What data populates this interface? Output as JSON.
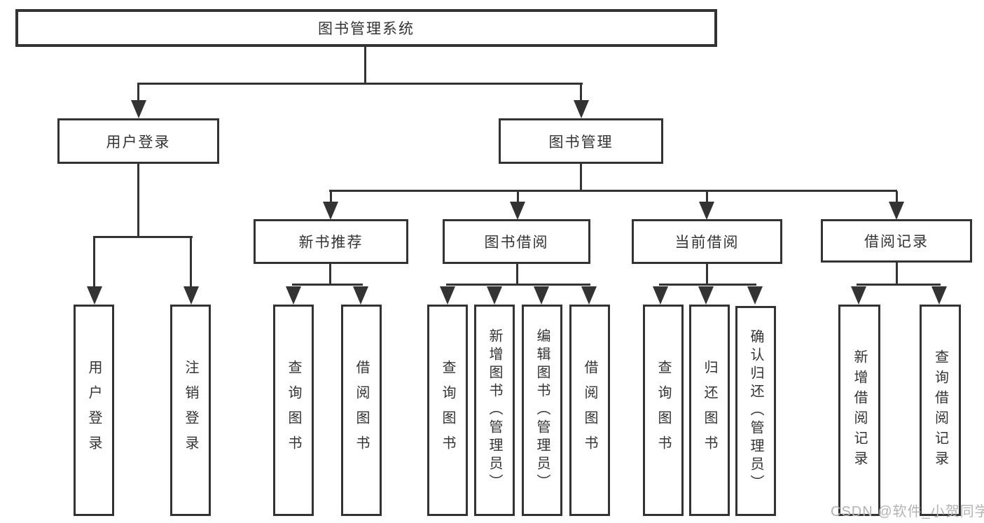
{
  "diagram": {
    "root_label": "图书管理系统",
    "nodes": {
      "user_login": {
        "label": "用户登录",
        "children": [
          "用户登录",
          "注销登录"
        ]
      },
      "book_mgmt": {
        "label": "图书管理"
      },
      "new_books": {
        "label": "新书推荐",
        "children": [
          "查询图书",
          "借阅图书"
        ]
      },
      "book_borrow": {
        "label": "图书借阅",
        "children": [
          "查询图书",
          "新增图书（管理员）",
          "编辑图书（管理员）",
          "借阅图书"
        ]
      },
      "current_borrow": {
        "label": "当前借阅",
        "children": [
          "查询图书",
          "归还图书",
          "确认归还（管理员）"
        ]
      },
      "borrow_records": {
        "label": "借阅记录",
        "children": [
          "新增借阅记录",
          "查询借阅记录"
        ]
      }
    },
    "watermark": "CSDN @软件_小贺同学"
  },
  "colors": {
    "line": "#333333",
    "text": "#333333",
    "watermark": "#b3b3b3",
    "background": "#ffffff"
  }
}
